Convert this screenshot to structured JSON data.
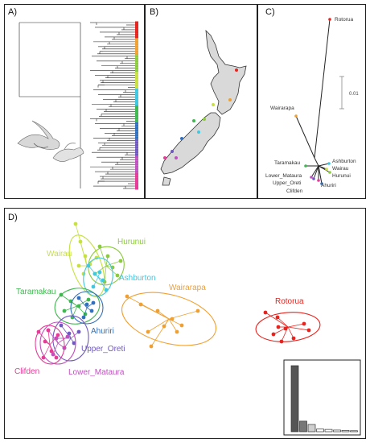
{
  "panels": {
    "a": {
      "letter": "A)"
    },
    "b": {
      "letter": "B)"
    },
    "c": {
      "letter": "C)"
    },
    "d": {
      "letter": "D)"
    }
  },
  "scale_bar": {
    "label": "0.01"
  },
  "tree_labels": {
    "rotorua": "Rotorua",
    "wairarapa": "Wairarapa",
    "taramakau": "Taramakau",
    "ashburton": "Ashburton",
    "wairau": "Wairau",
    "hurunui": "Hurunui",
    "lower_mataura": "Lower_Mataura",
    "upper_oreti": "Upper_Oreti",
    "clifden": "Clifden",
    "ahuriri": "Ahuriri"
  },
  "dapc_labels": {
    "wairau": "Wairau",
    "hurunui": "Hurunui",
    "ashburton": "Ashburton",
    "taramakau": "Taramakau",
    "wairarapa": "Wairarapa",
    "rotorua": "Rotorua",
    "ahuriri": "Ahuriri",
    "upper_oreti": "Upper_Oreti",
    "lower_mataura": "Lower_Mataura",
    "clifden": "Clifden"
  },
  "population_colors": {
    "rotorua": "#e8231e",
    "wairarapa": "#f0a030",
    "hurunui": "#8ccc3c",
    "wairau": "#c8e040",
    "ashburton": "#40c8e0",
    "taramakau": "#40b850",
    "ahuriri": "#3070c0",
    "upper_oreti": "#7058c0",
    "lower_mataura": "#c050c0",
    "clifden": "#e83a98"
  },
  "eigenvalues": [
    1.0,
    0.16,
    0.11,
    0.04,
    0.035,
    0.025,
    0.02,
    0.015
  ]
}
